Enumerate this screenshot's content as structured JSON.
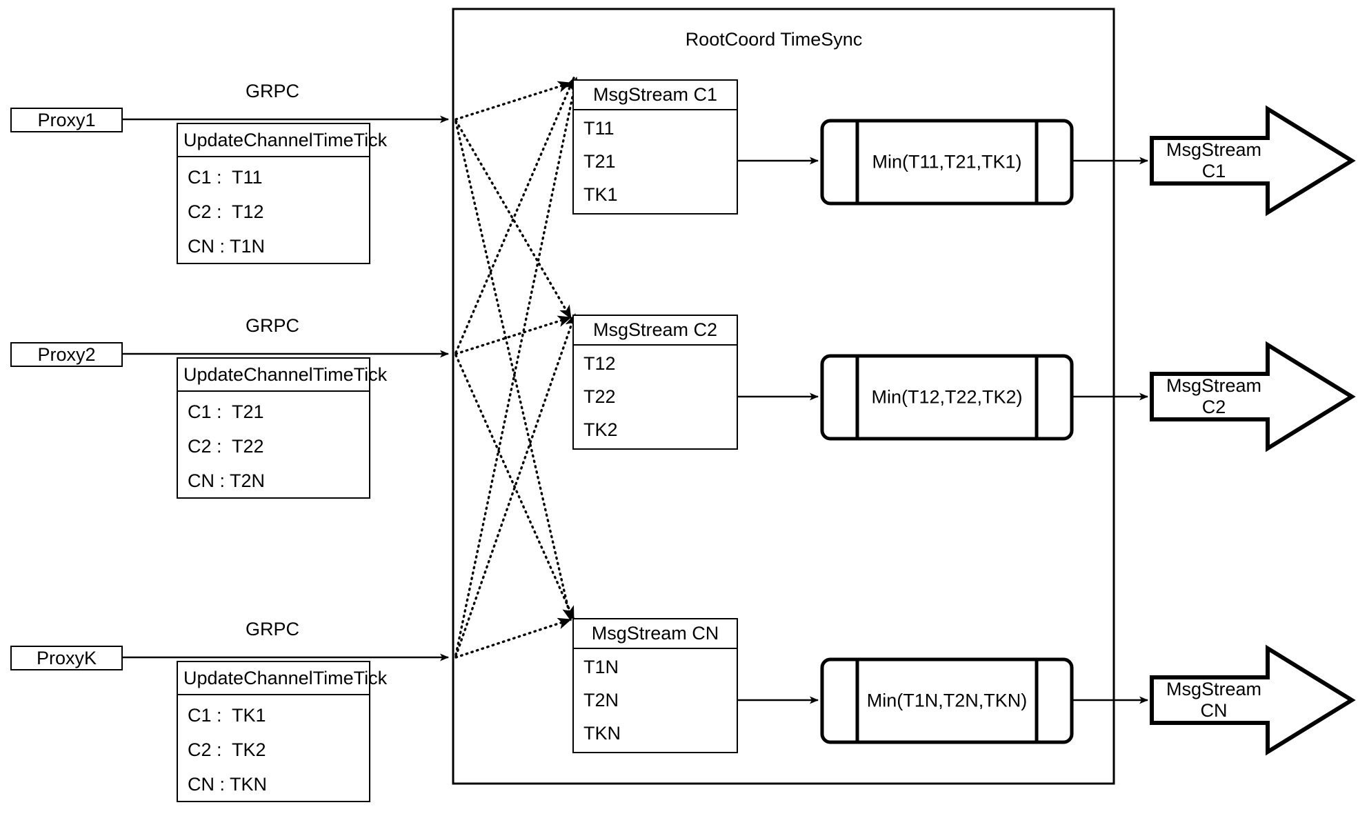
{
  "diagram": {
    "title": "RootCoord TimeSync",
    "proxies": [
      {
        "name": "Proxy1",
        "link_label": "GRPC",
        "request": {
          "title": "UpdateChannelTimeTick",
          "rows": [
            "C1 :  T11",
            "C2 :  T12",
            "CN : T1N"
          ]
        }
      },
      {
        "name": "Proxy2",
        "link_label": "GRPC",
        "request": {
          "title": "UpdateChannelTimeTick",
          "rows": [
            "C1 :  T21",
            "C2 :  T22",
            "CN : T2N"
          ]
        }
      },
      {
        "name": "ProxyK",
        "link_label": "GRPC",
        "request": {
          "title": "UpdateChannelTimeTick",
          "rows": [
            "C1 :  TK1",
            "C2 :  TK2",
            "CN : TKN"
          ]
        }
      }
    ],
    "channels": [
      {
        "stream": {
          "title": "MsgStream C1",
          "rows": [
            "T11",
            "T21",
            "TK1"
          ]
        },
        "min_label": "Min(T11,T21,TK1)",
        "output_label": "MsgStream C1"
      },
      {
        "stream": {
          "title": "MsgStream C2",
          "rows": [
            "T12",
            "T22",
            "TK2"
          ]
        },
        "min_label": "Min(T12,T22,TK2)",
        "output_label": "MsgStream C2"
      },
      {
        "stream": {
          "title": "MsgStream CN",
          "rows": [
            "T1N",
            "T2N",
            "TKN"
          ]
        },
        "min_label": "Min(T1N,T2N,TKN)",
        "output_label": "MsgStream CN"
      }
    ],
    "colors": {
      "stroke": "#000000",
      "background": "#ffffff"
    }
  }
}
